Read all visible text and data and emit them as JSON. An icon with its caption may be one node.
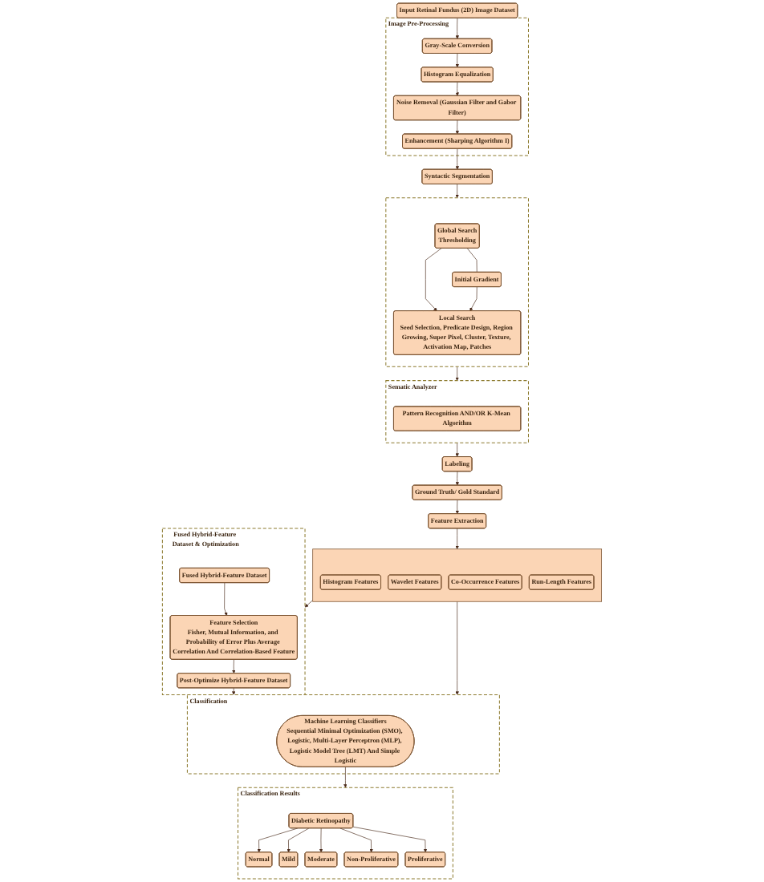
{
  "diagram": {
    "nodes": [
      {
        "text": [
          "Input Retinal Fundus (2D) Image Dataset"
        ]
      },
      {
        "text": [
          "Image Pre-Processing"
        ]
      },
      {
        "text": [
          "Gray-Scale Conversion"
        ],
        "in": 1
      },
      {
        "text": [
          "Histogram Equalization"
        ],
        "in": 1
      },
      {
        "text": [
          "Noise Removal (Gaussian Filter and Gabor Filter)"
        ],
        "in": 1
      },
      {
        "text": [
          "Enhancement (Sharping Algorithm I)"
        ],
        "in": 1
      },
      {
        "text": [
          "Syntactic Segmentation"
        ]
      },
      {
        "text": [],
        "shape": "box"
      },
      {
        "text": [
          "Global Search",
          "Thresholding"
        ],
        "in": 7
      },
      {
        "text": [
          "Initial Gradient"
        ],
        "in": 7
      },
      {
        "text": [
          "Local Search",
          "Seed Selection, Predicate Design, Region Growing, Super Pixel, Cluster, Texture, Activation Map, Patches"
        ],
        "in": 7
      },
      {
        "text": [
          "Sematic Analyzer"
        ]
      },
      {
        "text": [
          "Pattern Recognition AND/OR K-Mean Algorithm"
        ],
        "in": 11
      },
      {
        "text": [
          "Labeling"
        ]
      },
      {
        "text": [
          "Ground Truth/ Gold Standard"
        ]
      },
      {
        "text": [
          "Feature Extraction"
        ]
      },
      {
        "text": [],
        "shape": "box"
      },
      {
        "text": [
          "Histogram Features"
        ],
        "in": 16
      },
      {
        "text": [
          "Wavelet Features"
        ],
        "in": 16
      },
      {
        "text": [
          "Co-Occurrence Features"
        ],
        "in": 16
      },
      {
        "text": [
          "Run-Length Features"
        ],
        "in": 16
      },
      {
        "text": [
          "Fused Hybrid-Feature Dataset & Optimization"
        ]
      },
      {
        "text": [
          "Feature Selection",
          "Fisher, Mutual Information, and Probability of Error Plus Average Correlation And Correlation-Based Feature"
        ],
        "in": 21
      },
      {
        "text": [
          "Fused Hybrid-Feature Dataset"
        ],
        "in": 21
      },
      {
        "text": [
          "Post-Optimize Hybrid-Feature Dataset"
        ],
        "in": 21
      },
      {
        "text": [
          "Classification"
        ]
      },
      {
        "text": [
          "Machine Learning Classifiers",
          "Sequential Minimal Optimization (SMO), Logistic, Multi-Layer Perceptron (MLP), Logistic Model Tree (LMT) And Simple Logistic"
        ],
        "in": 25
      },
      {
        "text": [
          "Classification Results"
        ]
      },
      {
        "text": [
          "Diabetic Retinopathy"
        ],
        "in": 27
      },
      {
        "text": [
          "Normal"
        ],
        "in": 27
      },
      {
        "text": [
          "Mild"
        ],
        "in": 27
      },
      {
        "text": [
          "Moderate"
        ],
        "in": 27
      },
      {
        "text": [
          "Non-Proliferative"
        ],
        "in": 27
      },
      {
        "text": [
          "Proliferative"
        ],
        "in": 27
      }
    ],
    "edges": [
      {
        "from": 0,
        "to": 2,
        "arrow": "to"
      },
      {
        "from": 2,
        "to": 3,
        "arrow": "to"
      },
      {
        "from": 3,
        "to": 4,
        "arrow": "to"
      },
      {
        "from": 4,
        "to": 5,
        "arrow": "to"
      },
      {
        "from": 5,
        "to": 6,
        "arrow": "to"
      },
      {
        "from": 6,
        "to": 7,
        "arrow": "to"
      },
      {
        "from": 8,
        "to": 9,
        "arrow": "none"
      },
      {
        "from": 8,
        "to": 10,
        "arrow": "to"
      },
      {
        "from": 9,
        "to": 10,
        "arrow": "to"
      },
      {
        "from": 7,
        "to": 11,
        "arrow": "to"
      },
      {
        "from": 11,
        "to": 13,
        "arrow": "to"
      },
      {
        "from": 13,
        "to": 14,
        "arrow": "to"
      },
      {
        "from": 14,
        "to": 15,
        "arrow": "to"
      },
      {
        "from": 15,
        "to": 16,
        "arrow": "to"
      },
      {
        "from": 16,
        "to": 21,
        "arrow": "to"
      },
      {
        "from": 23,
        "to": 22,
        "arrow": "to"
      },
      {
        "from": 22,
        "to": 24,
        "arrow": "to"
      },
      {
        "from": 24,
        "to": 25,
        "arrow": "to"
      },
      {
        "from": 16,
        "to": 25,
        "arrow": "to"
      },
      {
        "from": 26,
        "to": 27,
        "arrow": "to"
      },
      {
        "from": 28,
        "to": 29,
        "arrow": "to"
      },
      {
        "from": 28,
        "to": 30,
        "arrow": "to"
      },
      {
        "from": 28,
        "to": 31,
        "arrow": "to"
      },
      {
        "from": 28,
        "to": 32,
        "arrow": "to"
      },
      {
        "from": 28,
        "to": 33,
        "arrow": "to"
      }
    ]
  }
}
